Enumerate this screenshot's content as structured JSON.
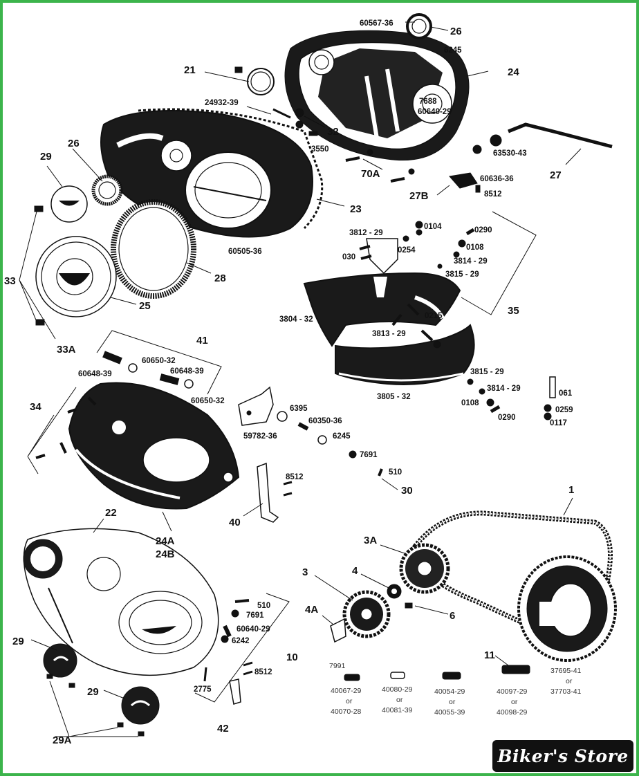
{
  "watermark": "Biker's Store",
  "labels": {
    "l1": "1",
    "l3": "3",
    "l3A": "3A",
    "l4": "4",
    "l4A": "4A",
    "l6": "6",
    "l10": "10",
    "l11": "11",
    "l21": "21",
    "l22": "22",
    "l23": "23",
    "l24": "24",
    "l24A": "24A",
    "l24B": "24B",
    "l25": "25",
    "l26a": "26",
    "l26b": "26",
    "l27": "27",
    "l27B": "27B",
    "l28": "28",
    "l29a": "29",
    "l29b": "29",
    "l29c": "29",
    "l29A": "29A",
    "l30": "30",
    "l32": "32",
    "l33": "33",
    "l33A": "33A",
    "l34": "34",
    "l35": "35",
    "l40": "40",
    "l41": "41",
    "l42": "42",
    "l70A": "70A"
  },
  "parts": {
    "p60567": "60567-36",
    "p6245a": "6245",
    "p7688": "7688",
    "p60640a": "60640-29",
    "p24932": "24932-39",
    "p3550": "3550",
    "p63530": "63530-43",
    "p60636": "60636-36",
    "p8512a": "8512",
    "p60505": "60505-36",
    "p3812": "3812 - 29",
    "p0104": "0104",
    "p0290a": "0290",
    "p030": "030",
    "p0254": "0254",
    "p0108a": "0108",
    "p3814a": "3814 - 29",
    "p3815a": "3815 - 29",
    "p3804": "3804 - 32",
    "p0215": "0215",
    "p3813": "3813 - 29",
    "p3815b": "3815 - 29",
    "p3814b": "3814 - 29",
    "p0108b": "0108",
    "p0290b": "0290",
    "p3805": "3805 - 32",
    "p061": "061",
    "p0259": "0259",
    "p0117": "0117",
    "p60648a": "60648-39",
    "p60650a": "60650-32",
    "p60648b": "60648-39",
    "p60650b": "60650-32",
    "p6395": "6395",
    "p60350": "60350-36",
    "p59782": "59782-36",
    "p6245b": "6245",
    "p7691a": "7691",
    "p510a": "510",
    "p8512b": "8512",
    "p510b": "510",
    "p7691b": "7691",
    "p60640b": "60640-29",
    "p6242": "6242",
    "p8512c": "8512",
    "p2775": "2775",
    "p7991": "7991"
  },
  "links": {
    "a1": "40067-29",
    "a2": "40070-28",
    "b1": "40080-29",
    "b2": "40081-39",
    "c1": "40054-29",
    "c2": "40055-39",
    "d1": "40097-29",
    "d2": "40098-29",
    "e1": "37695-41",
    "e2": "37703-41",
    "or": "or"
  }
}
